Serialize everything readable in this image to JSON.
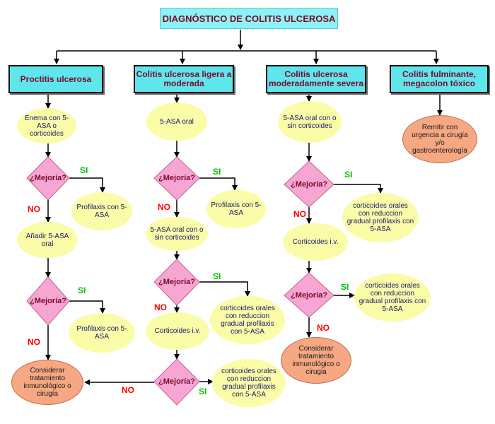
{
  "title": "DIAGNÓSTICO DE COLITIS ULCEROSA",
  "categories": {
    "proctitis": "Proctitis ulcerosa",
    "leve": "Colitis ulcerosa ligera a moderada",
    "severa": "Colitis ulcerosa moderadamente severa",
    "fulminante": "Colitis fulminante, megacolon tóxico"
  },
  "decision_label": "¿Mejoría?",
  "yes_label": "SI",
  "no_label": "NO",
  "col1": {
    "start": "Enema con 5-ASA o corticoides",
    "prof1": "Profilaxis con 5-ASA",
    "add": "Añadir 5-ASA oral",
    "prof2": "Profilaxis con 5-ASA",
    "consider": "Considerar tratamiento inmunológico o cirugía"
  },
  "col2": {
    "start": "5-ASA oral",
    "prof1": "Profilaxis con 5-ASA",
    "step2": "5-ASA oral con o sin corticoides",
    "cort_oral": "corticoides orales con reduccion gradual profilaxis con 5-ASA",
    "iv": "Corticoides i.v.",
    "cort_oral2": "corticoides orales con reduccion gradual profilaxis con 5-ASA"
  },
  "col3": {
    "start": "5-ASA oral con o sin corticoides",
    "cort_oral": "corticoides orales con reduccion gradual profilaxis con 5-ASA",
    "iv": "Corticoides i.v.",
    "cort_oral2": "corticoides orales con reduccion gradual profilaxis con 5-ASA",
    "consider": "Considerar tratamiento inmunológico o cirugia"
  },
  "col4": {
    "referral": "Remitir con urgencia a cirugía y/o gastroenterología"
  },
  "colors": {
    "title_bg": "#8ef2f4",
    "category_bg": "#5fe6ec",
    "ellipse_bg": "#fafca8",
    "terminal_bg": "#f5a882",
    "diamond_bg": "#f7a6d4",
    "yes": "#00c000",
    "no": "#ff0000"
  }
}
